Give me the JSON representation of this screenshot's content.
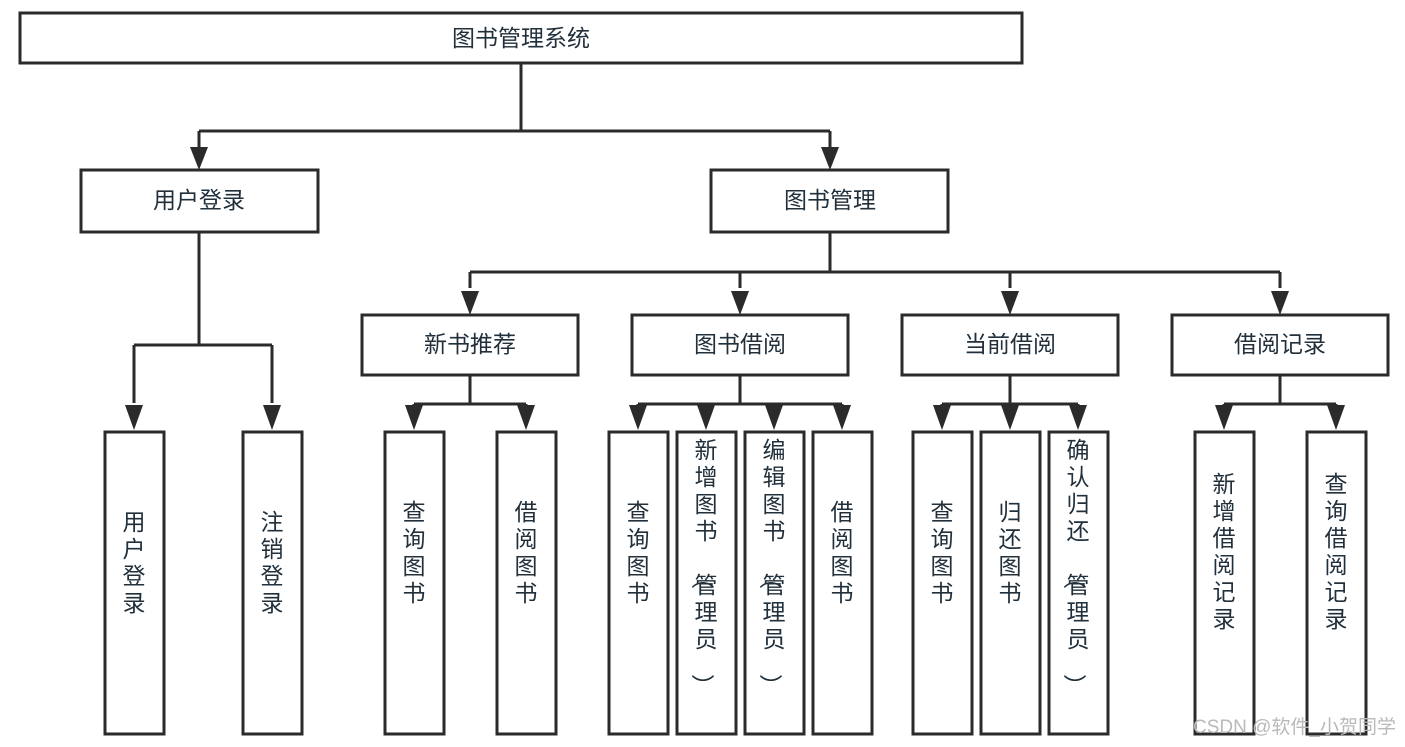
{
  "diagram": {
    "title": "图书管理系统",
    "type": "tree",
    "orientation": "top-down",
    "root": {
      "id": "root",
      "label": "图书管理系统"
    },
    "level2": [
      {
        "id": "user-login",
        "label": "用户登录"
      },
      {
        "id": "book-management",
        "label": "图书管理"
      }
    ],
    "level3": [
      {
        "id": "new-book-recommend",
        "label": "新书推荐",
        "parent": "book-management"
      },
      {
        "id": "book-borrow",
        "label": "图书借阅",
        "parent": "book-management"
      },
      {
        "id": "current-borrow",
        "label": "当前借阅",
        "parent": "book-management"
      },
      {
        "id": "borrow-record",
        "label": "借阅记录",
        "parent": "book-management"
      }
    ],
    "leaves": [
      {
        "id": "leaf-user-login",
        "label": "用户登录",
        "parent": "user-login"
      },
      {
        "id": "leaf-logout-login",
        "label": "注销登录",
        "parent": "user-login"
      },
      {
        "id": "leaf-query-book-1",
        "label": "查询图书",
        "parent": "new-book-recommend"
      },
      {
        "id": "leaf-borrow-book-1",
        "label": "借阅图书",
        "parent": "new-book-recommend"
      },
      {
        "id": "leaf-query-book-2",
        "label": "查询图书",
        "parent": "book-borrow"
      },
      {
        "id": "leaf-add-book",
        "label": "新增图书（管理员）",
        "parent": "book-borrow"
      },
      {
        "id": "leaf-edit-book",
        "label": "编辑图书（管理员）",
        "parent": "book-borrow"
      },
      {
        "id": "leaf-borrow-book-2",
        "label": "借阅图书",
        "parent": "book-borrow"
      },
      {
        "id": "leaf-query-book-3",
        "label": "查询图书",
        "parent": "current-borrow"
      },
      {
        "id": "leaf-return-book",
        "label": "归还图书",
        "parent": "current-borrow"
      },
      {
        "id": "leaf-confirm-return",
        "label": "确认归还（管理员）",
        "parent": "current-borrow"
      },
      {
        "id": "leaf-add-record",
        "label": "新增借阅记录",
        "parent": "borrow-record"
      },
      {
        "id": "leaf-query-record",
        "label": "查询借阅记录",
        "parent": "borrow-record"
      }
    ],
    "colors": {
      "box_stroke": "#2b2b2b",
      "box_fill": "#ffffff",
      "text": "#22303c",
      "connector": "#2b2b2b",
      "watermark": "#b9b9b9",
      "background": "#ffffff"
    }
  },
  "watermark": {
    "text": "CSDN @软件_小贺同学"
  }
}
